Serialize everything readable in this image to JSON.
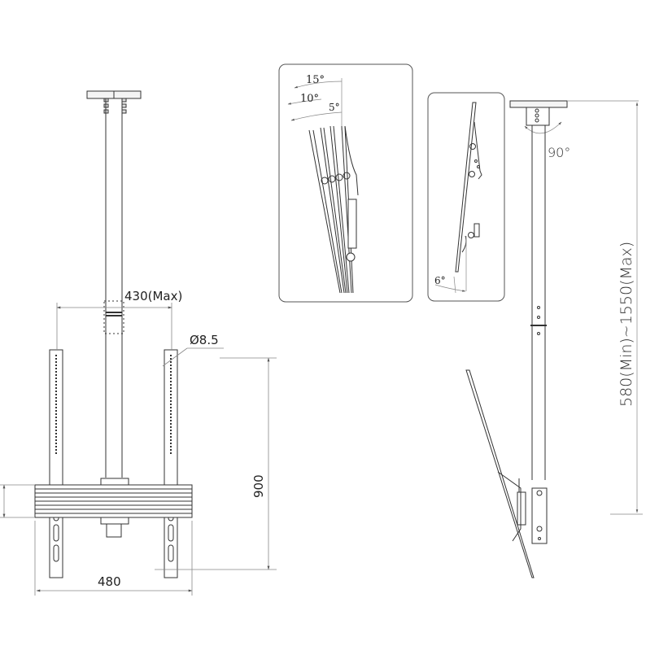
{
  "diagram": {
    "type": "technical-drawing",
    "subject": "Ceiling TV mount with telescopic pole",
    "front_view": {
      "dimensions": {
        "top_width": "430(Max)",
        "hole_diameter": "Ø8.5",
        "height": "900",
        "bottom_width": "480"
      }
    },
    "tilt_detail": {
      "angles": [
        "15°",
        "10°",
        "5°"
      ]
    },
    "tilt_forward_detail": {
      "angle": "6°"
    },
    "side_view": {
      "rotation": "90°",
      "length_range": "580(Min)~1550(Max)"
    }
  },
  "colors": {
    "line": "#333333",
    "dim_line": "#888888",
    "panel_border": "#555555",
    "background": "#ffffff"
  }
}
